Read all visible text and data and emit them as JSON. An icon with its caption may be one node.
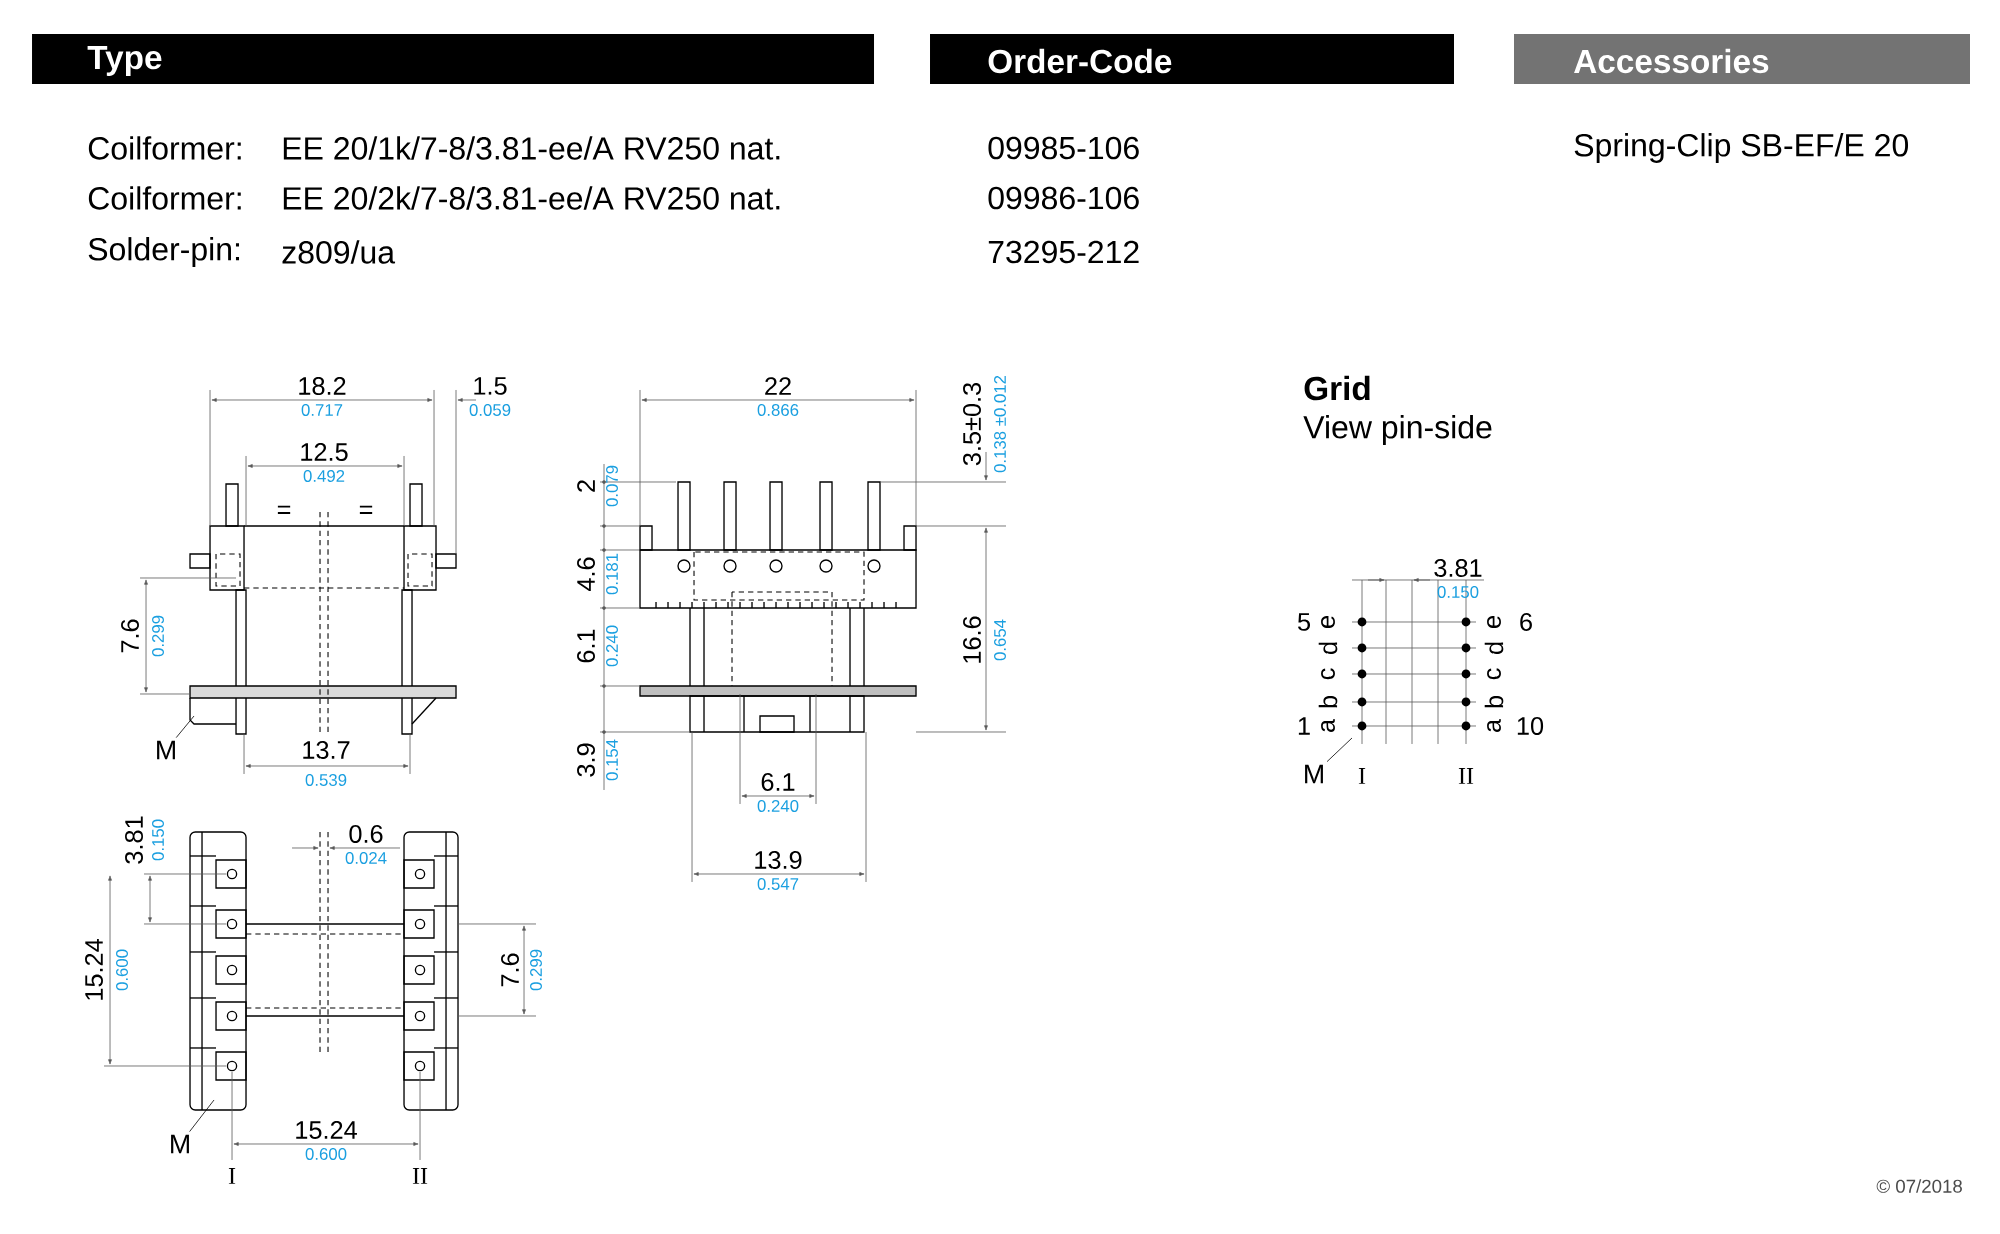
{
  "diagram": {
    "nodes": [
      {
        "text": [
          "Type"
        ]
      },
      {
        "text": [
          "Order-Code"
        ]
      },
      {
        "text": [
          "Accessories"
        ]
      },
      {
        "text": [
          "M"
        ]
      },
      {
        "text": [
          "M"
        ]
      },
      {
        "text": [
          "M"
        ]
      }
    ],
    "edges": [
      {
        "from": 3,
        "to": null,
        "arrow": "none"
      },
      {
        "from": 4,
        "to": null,
        "arrow": "none"
      },
      {
        "from": 5,
        "to": null,
        "arrow": "none"
      }
    ],
    "labels": [
      "Coilformer:",
      "EE 20/1k/7-8/3.81-ee/A RV250 nat.",
      "09985-106",
      "Spring-Clip SB-EF/E 20",
      "Coilformer:",
      "EE 20/2k/7-8/3.81-ee/A RV250 nat.",
      "09986-106",
      "Solder-pin:",
      "z809/ua",
      "73295-212",
      "18.2",
      "0.717",
      "1.5",
      "0.059",
      "12.5",
      "0.492",
      "=",
      "=",
      "7.6",
      "0.299",
      "13.7",
      "0.539",
      "22",
      "0.866",
      "3.5±0.3",
      "0.138 ±0.012",
      "2",
      "0.079",
      "4.6",
      "0.181",
      "6.1",
      "0.240",
      "16.6",
      "0.654",
      "3.9",
      "0.154",
      "6.1",
      "0.240",
      "13.9",
      "0.547",
      "3.81",
      "0.150",
      "0.6",
      "0.024",
      "15.24",
      "0.600",
      "7.6",
      "0.299",
      "15.24",
      "0.600",
      "I",
      "II",
      "Grid",
      "View pin-side",
      "3.81",
      "0.150",
      "5",
      "e",
      "e",
      "6",
      "d",
      "d",
      "c",
      "c",
      "b",
      "b",
      "1",
      "a",
      "a",
      "10",
      "I",
      "II",
      "© 07/2018"
    ]
  }
}
